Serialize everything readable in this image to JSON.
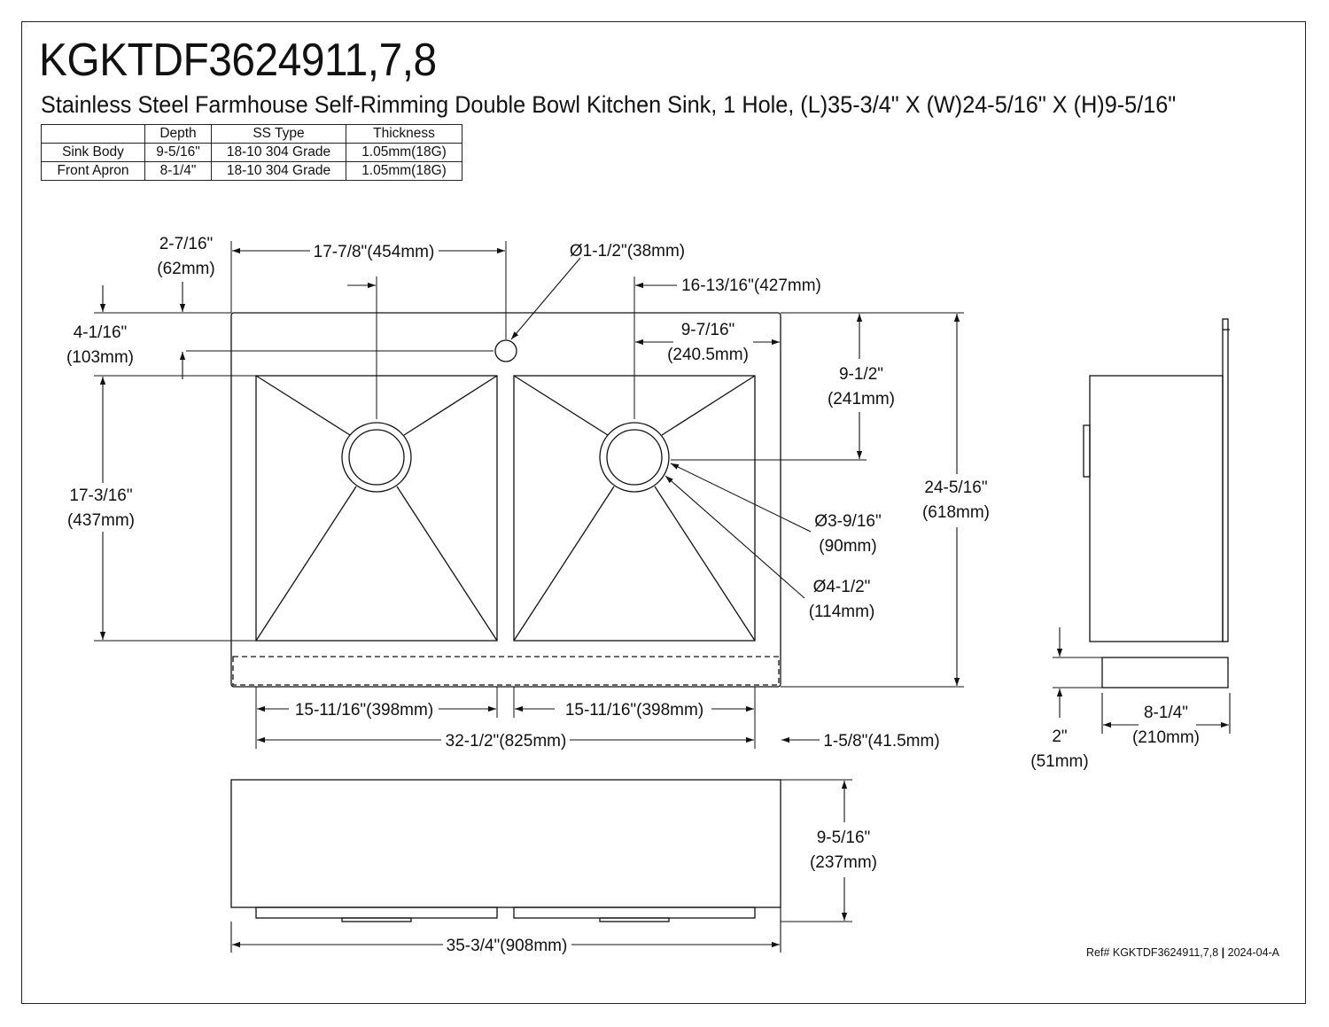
{
  "header": {
    "model": "KGKTDF3624911,7,8",
    "description": "Stainless Steel Farmhouse Self-Rimming Double Bowl Kitchen Sink, 1 Hole, (L)35-3/4\" X (W)24-5/16\" X (H)9-5/16\""
  },
  "spec_table": {
    "headers": [
      "",
      "Depth",
      "SS Type",
      "Thickness"
    ],
    "rows": [
      [
        "Sink Body",
        "9-5/16\"",
        "18-10 304 Grade",
        "1.05mm(18G)"
      ],
      [
        "Front Apron",
        "8-1/4\"",
        "18-10 304 Grade",
        "1.05mm(18G)"
      ]
    ]
  },
  "dimensions": {
    "faucet_offset": "2-7/16\"",
    "faucet_offset_mm": "(62mm)",
    "left_drain_to_hole": "17-7/8\"(454mm)",
    "faucet_hole_dia": "Ø1-1/2\"(38mm)",
    "right_drain_from_edge": "16-13/16\"(427mm)",
    "hole_from_back": "4-1/16\"",
    "hole_from_back_mm": "(103mm)",
    "right_drain_from_side": "9-7/16\"",
    "right_drain_from_side_mm": "(240.5mm)",
    "drain_from_back": "9-1/2\"",
    "drain_from_back_mm": "(241mm)",
    "bowl_length": "17-3/16\"",
    "bowl_length_mm": "(437mm)",
    "overall_width": "24-5/16\"",
    "overall_width_mm": "(618mm)",
    "drain_dia": "Ø3-9/16\"",
    "drain_dia_mm": "(90mm)",
    "flange_dia": "Ø4-1/2\"",
    "flange_dia_mm": "(114mm)",
    "left_bowl_width": "15-11/16\"(398mm)",
    "right_bowl_width": "15-11/16\"(398mm)",
    "inner_total_width": "32-1/2\"(825mm)",
    "side_rim": "1-5/8\"(41.5mm)",
    "apron_height": "9-5/16\"",
    "apron_height_mm": "(237mm)",
    "overall_length": "35-3/4\"(908mm)",
    "side_height": "8-1/4\"",
    "side_height_mm": "(210mm)",
    "apron_setback": "2\"",
    "apron_setback_mm": "(51mm)"
  },
  "footer": {
    "ref": "Ref# KGKTDF3624911,7,8",
    "revision": "2024-04-A"
  }
}
